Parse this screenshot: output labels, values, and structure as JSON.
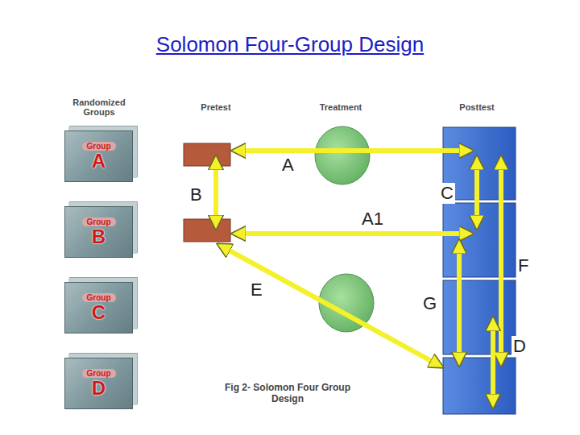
{
  "diagram": {
    "title": "Solomon Four-Group Design",
    "caption": "Fig 2- Solomon Four Group Design",
    "nodes": [
      {
        "text": [
          "Group",
          "A"
        ]
      },
      {
        "text": [
          "Group",
          "B"
        ]
      },
      {
        "text": [
          "Group",
          "C"
        ]
      },
      {
        "text": [
          "Group",
          "D"
        ]
      }
    ],
    "labels": [
      "Randomized Groups",
      "Pretest",
      "Treatment",
      "Posttest",
      "A",
      "B",
      "A1",
      "C",
      "F",
      "E",
      "G",
      "D"
    ]
  }
}
